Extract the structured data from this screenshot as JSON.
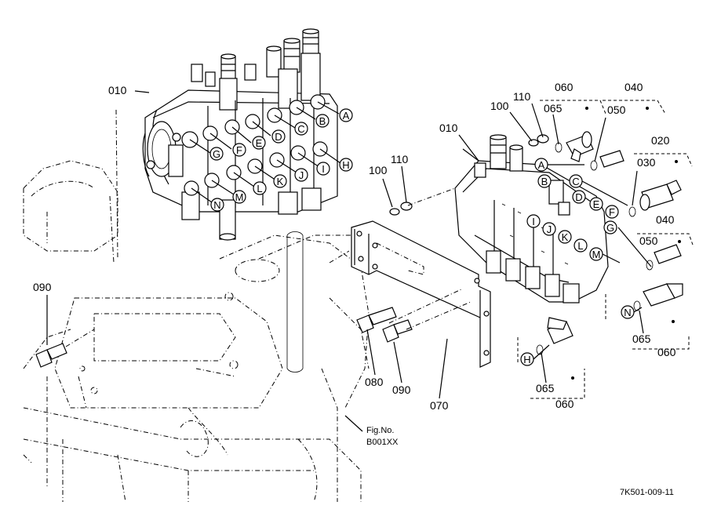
{
  "diagram": {
    "part_numbers": {
      "p010_left": "010",
      "p010_right": "010",
      "p020": "020",
      "p030": "030",
      "p040_top": "040",
      "p040_mid": "040",
      "p050_top": "050",
      "p050_mid": "050",
      "p060_top": "060",
      "p060_right": "060",
      "p060_bottom": "060",
      "p065_top": "065",
      "p065_right": "065",
      "p065_bottom": "065",
      "p070": "070",
      "p080": "080",
      "p090_left": "090",
      "p090_bottom": "090",
      "p100_left": "100",
      "p100_top": "100",
      "p110_left": "110",
      "p110_top": "110"
    },
    "port_letters": [
      "A",
      "B",
      "C",
      "D",
      "E",
      "F",
      "G",
      "H",
      "I",
      "J",
      "K",
      "L",
      "M",
      "N"
    ],
    "fig_ref_line1": "Fig.No.",
    "fig_ref_line2": "B001XX",
    "drawing_code": "7K501-009-11"
  }
}
